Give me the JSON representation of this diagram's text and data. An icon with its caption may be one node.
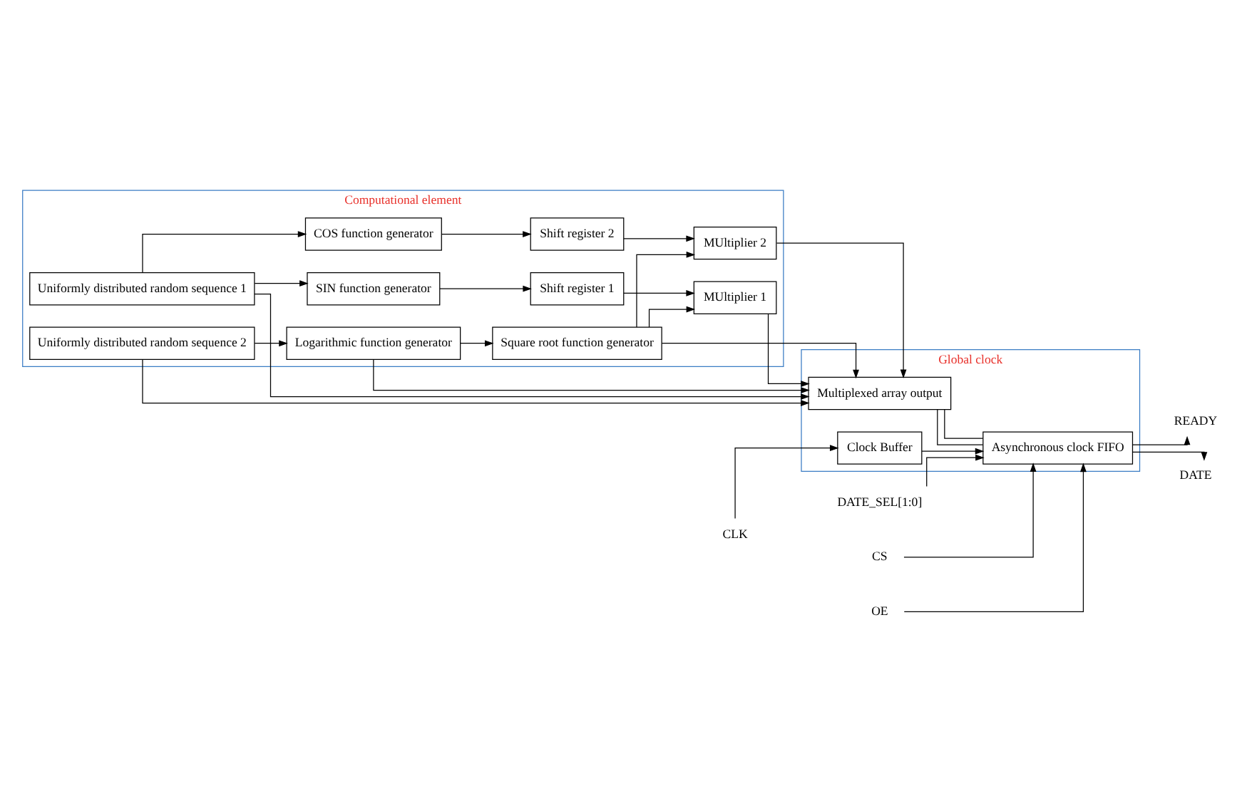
{
  "diagram": {
    "nodes": [
      {
        "text": [
          "Computational element"
        ]
      },
      {
        "text": [
          "Uniformly distributed random sequence 1"
        ],
        "in": 0
      },
      {
        "text": [
          "SIN function generator"
        ],
        "in": 0
      },
      {
        "text": [
          "Shift register 1"
        ],
        "in": 0
      },
      {
        "text": [
          "COS function generator"
        ],
        "in": 0
      },
      {
        "text": [
          "Shift register 2"
        ],
        "in": 0
      },
      {
        "text": [
          "MUltiplier 1"
        ],
        "in": 0
      },
      {
        "text": [
          "Uniformly distributed random sequence 2"
        ],
        "in": 0
      },
      {
        "text": [
          "Logarithmic function generator"
        ],
        "in": 0
      },
      {
        "text": [
          "Square root function generator"
        ],
        "in": 0
      },
      {
        "text": [
          "MUltiplier 2"
        ],
        "in": 0
      },
      {
        "text": [
          "Global clock"
        ]
      },
      {
        "text": [
          "Multiplexed array output"
        ],
        "in": 11
      },
      {
        "text": [
          "Clock Buffer"
        ],
        "in": 11
      },
      {
        "text": [
          "Asynchronous clock FIFO"
        ],
        "in": 11
      },
      {
        "text": [
          "CLK"
        ]
      },
      {
        "text": [
          "CS"
        ]
      },
      {
        "text": [
          "OE"
        ]
      },
      {
        "text": [
          "READY"
        ]
      },
      {
        "text": [
          "DATE"
        ]
      },
      {
        "text": [
          "DATE_SEL[1:0]"
        ]
      }
    ],
    "edges": [
      {
        "from": 1,
        "to": 2,
        "arrow": "to"
      },
      {
        "from": 1,
        "to": 4,
        "arrow": "to"
      },
      {
        "from": 1,
        "to": 12,
        "arrow": "to"
      },
      {
        "from": 7,
        "to": 8,
        "arrow": "to"
      },
      {
        "from": 7,
        "to": 12,
        "arrow": "to"
      },
      {
        "from": 2,
        "to": 3,
        "arrow": "to"
      },
      {
        "from": 4,
        "to": 5,
        "arrow": "to"
      },
      {
        "from": 8,
        "to": 9,
        "arrow": "to"
      },
      {
        "from": 8,
        "to": 12,
        "arrow": "to"
      },
      {
        "from": 3,
        "to": 6,
        "arrow": "to"
      },
      {
        "from": 9,
        "to": 6,
        "arrow": "to"
      },
      {
        "from": 5,
        "to": 10,
        "arrow": "to"
      },
      {
        "from": 9,
        "to": 10,
        "arrow": "to"
      },
      {
        "from": 9,
        "to": 12,
        "arrow": "to"
      },
      {
        "from": 10,
        "to": 12,
        "arrow": "to"
      },
      {
        "from": 6,
        "to": 12,
        "arrow": "to"
      },
      {
        "from": 12,
        "to": 14,
        "arrow": "none"
      },
      {
        "from": 12,
        "to": 14,
        "arrow": "none"
      },
      {
        "from": 13,
        "to": 14,
        "arrow": "to"
      },
      {
        "from": 15,
        "to": 13,
        "arrow": "to"
      },
      {
        "from": 16,
        "to": 14,
        "arrow": "to"
      },
      {
        "from": 17,
        "to": 14,
        "arrow": "to"
      },
      {
        "from": 14,
        "to": 18,
        "arrow": "to"
      },
      {
        "from": 14,
        "to": 19,
        "arrow": "to"
      },
      {
        "from": 20,
        "to": 14,
        "arrow": "to"
      }
    ]
  }
}
